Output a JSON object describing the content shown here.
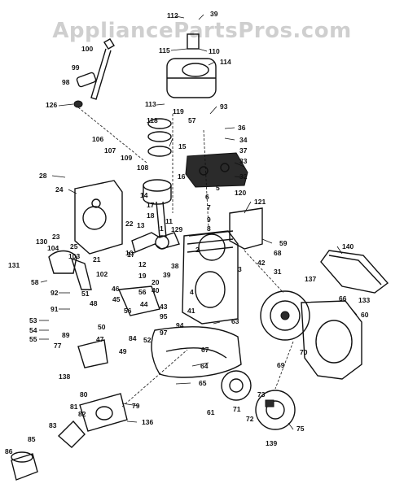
{
  "watermark": "AppliancePartsPros.com",
  "callouts": [
    "112",
    "39",
    "115",
    "110",
    "100",
    "114",
    "99",
    "98",
    "126",
    "113",
    "119",
    "93",
    "118",
    "57",
    "36",
    "34",
    "15",
    "37",
    "106",
    "107",
    "109",
    "108",
    "33",
    "32",
    "28",
    "24",
    "16",
    "5",
    "120",
    "121",
    "6",
    "7",
    "9",
    "8",
    "17",
    "18",
    "14",
    "1",
    "22",
    "13",
    "11",
    "59",
    "140",
    "130",
    "104",
    "23",
    "25",
    "129",
    "10",
    "58",
    "131",
    "103",
    "21",
    "12",
    "17",
    "2",
    "38",
    "42",
    "68",
    "31",
    "102",
    "19",
    "20",
    "40",
    "39",
    "3",
    "137",
    "66",
    "133",
    "56",
    "92",
    "91",
    "51",
    "46",
    "48",
    "45",
    "43",
    "44",
    "4",
    "95",
    "94",
    "41",
    "56",
    "60",
    "53",
    "54",
    "55",
    "89",
    "77",
    "50",
    "47",
    "49",
    "84",
    "52",
    "97",
    "63",
    "67",
    "70",
    "69",
    "64",
    "138",
    "65",
    "80",
    "81",
    "82",
    "83",
    "79",
    "136",
    "61",
    "71",
    "72",
    "73",
    "75",
    "139",
    "85",
    "86"
  ]
}
